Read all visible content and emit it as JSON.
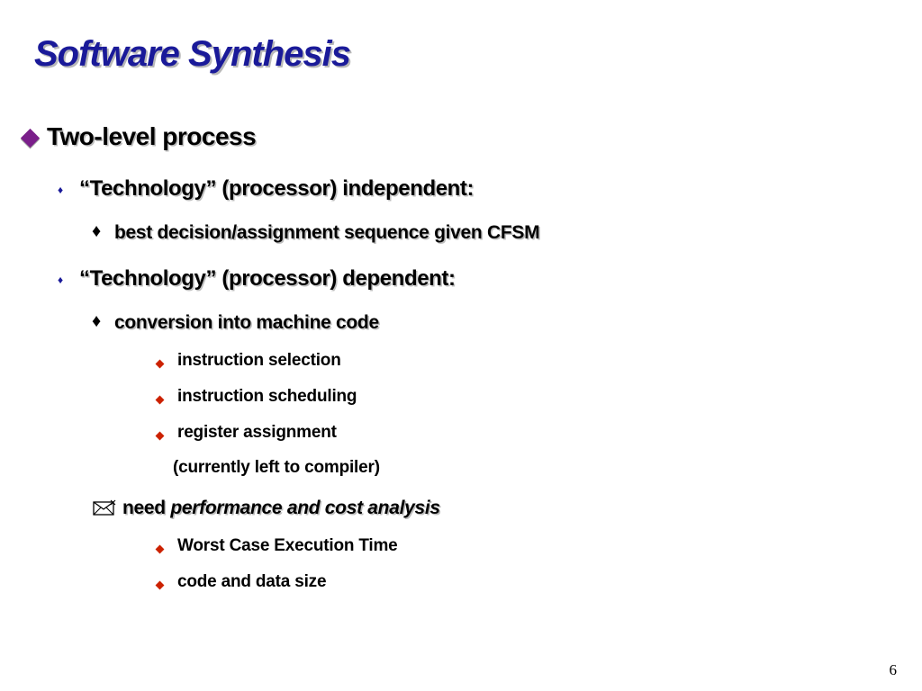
{
  "slide": {
    "title": "Software Synthesis",
    "items": {
      "two_level": "Two-level process",
      "tech_independent": "“Technology” (processor) independent:",
      "best_decision": "best decision/assignment sequence given CFSM",
      "tech_dependent": "“Technology” (processor) dependent:",
      "conversion": "conversion into machine code",
      "instr_selection": "instruction selection",
      "instr_scheduling": "instruction scheduling",
      "register_assignment": "register assignment",
      "currently_left": "(currently left to compiler)",
      "need_prefix": "need",
      "need_emphasis": "performance and cost analysis",
      "wcet": "Worst Case Execution Time",
      "code_data_size": "code and data size"
    },
    "page_number": "6"
  },
  "colors": {
    "title": "#1a1a99",
    "level1_bullet": "#7a1f8a",
    "level2_bullet": "#1a1a99",
    "level4_bullet": "#cc2200"
  },
  "icons": {
    "level1": "diamond-icon",
    "level2": "small-diamond-icon",
    "level3": "diamond-icon",
    "level4": "diamond-icon",
    "need": "envelope-icon"
  }
}
